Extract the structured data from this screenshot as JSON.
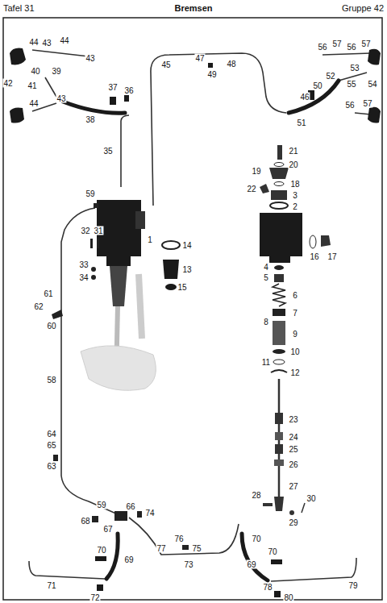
{
  "diagram": {
    "title": "Bremsen",
    "labels": [
      "Tafel 31",
      "Gruppe 42",
      "44",
      "43",
      "44",
      "43",
      "42",
      "40",
      "39",
      "41",
      "43",
      "44",
      "37",
      "36",
      "38",
      "35",
      "45",
      "47",
      "48",
      "49",
      "56",
      "57",
      "56",
      "57",
      "52",
      "53",
      "55",
      "54",
      "50",
      "46",
      "51",
      "56",
      "57",
      "21",
      "20",
      "19",
      "18",
      "22",
      "3",
      "2",
      "16",
      "17",
      "4",
      "5",
      "6",
      "7",
      "8",
      "9",
      "10",
      "11",
      "12",
      "23",
      "24",
      "25",
      "26",
      "27",
      "28",
      "29",
      "30",
      "59",
      "32",
      "31",
      "1",
      "14",
      "13",
      "15",
      "33",
      "34",
      "61",
      "62",
      "60",
      "58",
      "64",
      "65",
      "63",
      "59",
      "66",
      "74",
      "68",
      "67",
      "76",
      "77",
      "75",
      "73",
      "70",
      "69",
      "71",
      "72",
      "70",
      "70",
      "69",
      "78",
      "79",
      "80"
    ]
  }
}
